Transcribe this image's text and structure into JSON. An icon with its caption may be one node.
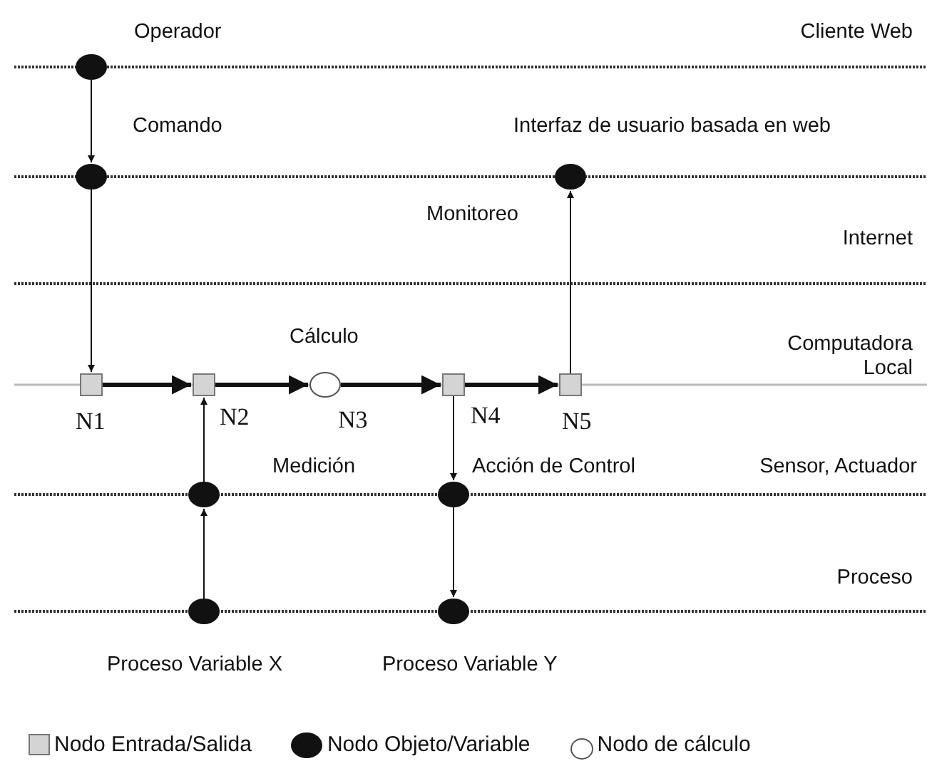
{
  "diagram": {
    "nodes": [
      {
        "text": [],
        "shape": "dot",
        "beside": [
          "Operador"
        ]
      },
      {
        "text": [],
        "shape": "dot"
      },
      {
        "text": [],
        "shape": "box",
        "beside": [
          "N1"
        ]
      },
      {
        "text": [],
        "shape": "box",
        "beside": [
          "N2"
        ]
      },
      {
        "text": [],
        "shape": "circle",
        "beside": [
          "Cálculo",
          "N3"
        ]
      },
      {
        "text": [],
        "shape": "box",
        "beside": [
          "N4"
        ]
      },
      {
        "text": [],
        "shape": "box",
        "beside": [
          "N5"
        ]
      },
      {
        "text": [],
        "shape": "dot",
        "beside": [
          "Interfaz de usuario basada en web"
        ]
      },
      {
        "text": [],
        "shape": "dot"
      },
      {
        "text": [],
        "shape": "dot",
        "beside": [
          "Proceso Variable X"
        ]
      },
      {
        "text": [],
        "shape": "dot"
      },
      {
        "text": [],
        "shape": "dot",
        "beside": [
          "Proceso Variable Y"
        ]
      }
    ],
    "edges": [
      {
        "from": 0,
        "to": 1,
        "arrow": "to",
        "label": "Comando"
      },
      {
        "from": 1,
        "to": 2,
        "arrow": "to"
      },
      {
        "from": 2,
        "to": 3,
        "arrow": "to",
        "style": "thick"
      },
      {
        "from": 3,
        "to": 4,
        "arrow": "to",
        "style": "thick"
      },
      {
        "from": 4,
        "to": 5,
        "arrow": "to",
        "style": "thick"
      },
      {
        "from": 5,
        "to": 6,
        "arrow": "to",
        "style": "thick"
      },
      {
        "from": 6,
        "to": 7,
        "arrow": "to",
        "label": "Monitoreo"
      },
      {
        "from": 9,
        "to": 8,
        "arrow": "to"
      },
      {
        "from": 8,
        "to": 3,
        "arrow": "to",
        "label": "Medición"
      },
      {
        "from": 5,
        "to": 10,
        "arrow": "to",
        "label": "Acción de Control"
      },
      {
        "from": 10,
        "to": 11,
        "arrow": "to"
      }
    ],
    "labels": [
      "Cliente Web",
      "Internet",
      "Computadora Local",
      "Sensor, Actuador",
      "Proceso"
    ],
    "legend": [
      {
        "text": "Nodo Entrada/Salida",
        "color": "#d4d4d4"
      },
      {
        "text": "Nodo Objeto/Variable",
        "color": "#111111"
      },
      {
        "text": "Nodo de cálculo",
        "color": "#ffffff"
      }
    ]
  }
}
